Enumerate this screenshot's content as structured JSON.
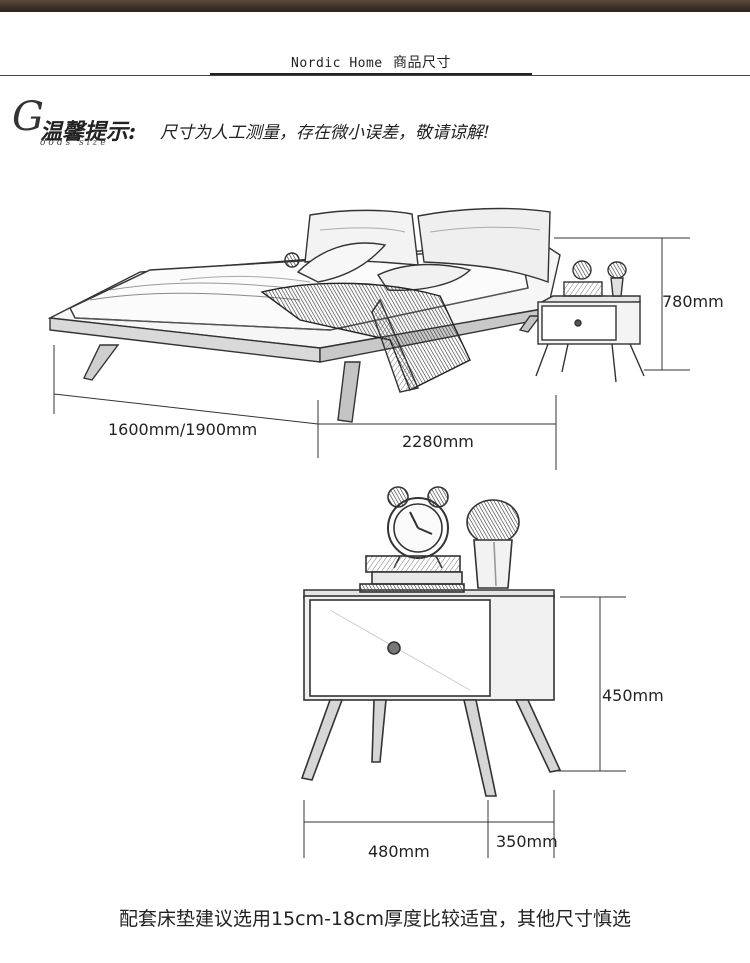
{
  "header": {
    "brand": "Nordic Home",
    "title": "商品尺寸"
  },
  "notice": {
    "initial": "G",
    "heading": "温馨提示:",
    "text": "尺寸为人工测量，存在微小误差，敬请谅解!",
    "subtitle": "oods size"
  },
  "bed_dimensions": {
    "width": "1600mm/1900mm",
    "length": "2280mm",
    "height": "780mm"
  },
  "nightstand_dimensions": {
    "height": "450mm",
    "width": "480mm",
    "depth": "350mm"
  },
  "footer": {
    "note": "配套床垫建议选用15cm-18cm厚度比较适宜，其他尺寸慎选"
  }
}
